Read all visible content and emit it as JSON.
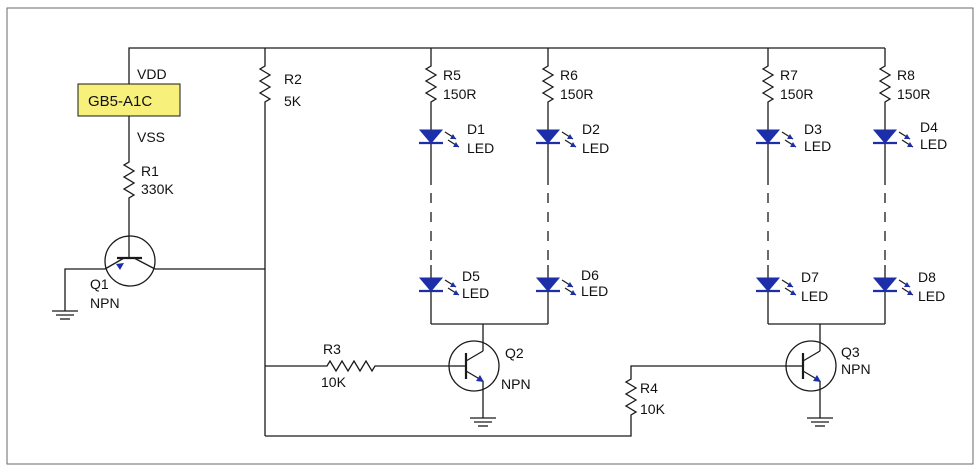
{
  "ic": {
    "name": "GB5-A1C",
    "vdd_label": "VDD",
    "vss_label": "VSS",
    "fill_color": "#f7f07a"
  },
  "resistors": {
    "R1": {
      "ref": "R1",
      "value": "330K"
    },
    "R2": {
      "ref": "R2",
      "value": "5K"
    },
    "R3": {
      "ref": "R3",
      "value": "10K"
    },
    "R4": {
      "ref": "R4",
      "value": "10K"
    },
    "R5": {
      "ref": "R5",
      "value": "150R"
    },
    "R6": {
      "ref": "R6",
      "value": "150R"
    },
    "R7": {
      "ref": "R7",
      "value": "150R"
    },
    "R8": {
      "ref": "R8",
      "value": "150R"
    }
  },
  "leds": {
    "D1": {
      "ref": "D1",
      "type": "LED"
    },
    "D2": {
      "ref": "D2",
      "type": "LED"
    },
    "D3": {
      "ref": "D3",
      "type": "LED"
    },
    "D4": {
      "ref": "D4",
      "type": "LED"
    },
    "D5": {
      "ref": "D5",
      "type": "LED"
    },
    "D6": {
      "ref": "D6",
      "type": "LED"
    },
    "D7": {
      "ref": "D7",
      "type": "LED"
    },
    "D8": {
      "ref": "D8",
      "type": "LED"
    }
  },
  "transistors": {
    "Q1": {
      "ref": "Q1",
      "type": "NPN"
    },
    "Q2": {
      "ref": "Q2",
      "type": "NPN"
    },
    "Q3": {
      "ref": "Q3",
      "type": "NPN"
    }
  },
  "colors": {
    "led": "#1c2fa8",
    "wire": "#1a1a1a"
  }
}
